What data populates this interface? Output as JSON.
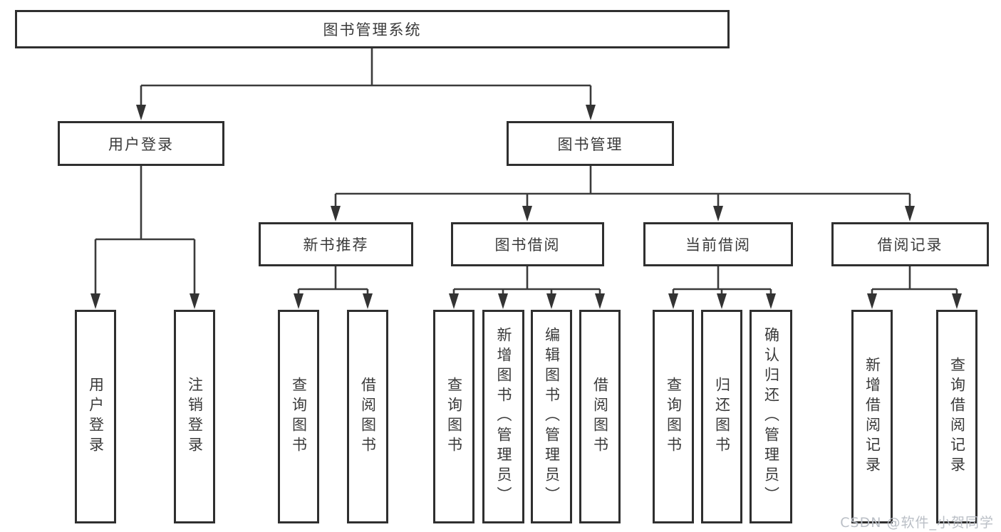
{
  "tree": {
    "root": {
      "label": "图书管理系统"
    },
    "branches": [
      {
        "label": "用户登录",
        "children": [
          {
            "label": "用户登录"
          },
          {
            "label": "注销登录"
          }
        ]
      },
      {
        "label": "图书管理",
        "groups": [
          {
            "label": "新书推荐",
            "children": [
              {
                "label": "查询图书"
              },
              {
                "label": "借阅图书"
              }
            ]
          },
          {
            "label": "图书借阅",
            "children": [
              {
                "label": "查询图书"
              },
              {
                "label": "新增图书（管理员）"
              },
              {
                "label": "编辑图书（管理员）"
              },
              {
                "label": "借阅图书"
              }
            ]
          },
          {
            "label": "当前借阅",
            "children": [
              {
                "label": "查询图书"
              },
              {
                "label": "归还图书"
              },
              {
                "label": "确认归还（管理员）"
              }
            ]
          },
          {
            "label": "借阅记录",
            "children": [
              {
                "label": "新增借阅记录"
              },
              {
                "label": "查询借阅记录"
              }
            ]
          }
        ]
      }
    ]
  },
  "watermark": "CSDN @软件_小贺同学",
  "colors": {
    "line": "#3b3b3b",
    "border": "#2f2f2f",
    "text": "#3a3a3a",
    "watermark_text": "#b7bcc3",
    "background": "#ffffff"
  }
}
